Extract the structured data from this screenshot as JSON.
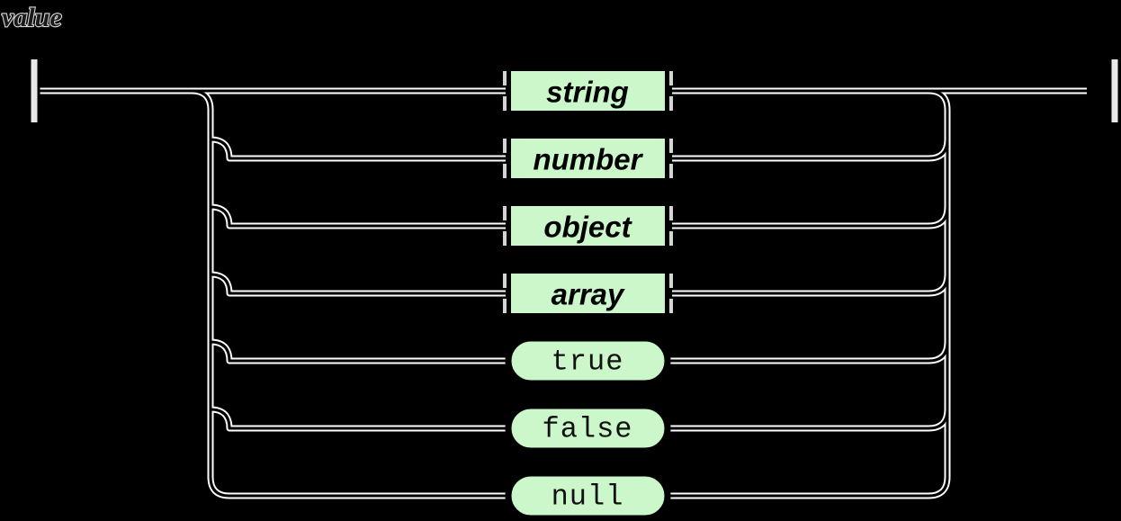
{
  "title": "value",
  "diagram": {
    "kind": "railroad-syntax-diagram",
    "background_color": "#000000",
    "box_fill_color": "#cbf7cb",
    "box_border_color": "#000000",
    "rail_color": "#ffffff",
    "label_color": "#000000",
    "start_terminator": "vertical-bar",
    "end_terminator": "vertical-bar",
    "alternatives_count": 7
  },
  "alternatives": [
    {
      "label": "string",
      "kind": "nonterminal",
      "shape": "rectangle"
    },
    {
      "label": "number",
      "kind": "nonterminal",
      "shape": "rectangle"
    },
    {
      "label": "object",
      "kind": "nonterminal",
      "shape": "rectangle"
    },
    {
      "label": "array",
      "kind": "nonterminal",
      "shape": "rectangle"
    },
    {
      "label": "true",
      "kind": "terminal",
      "shape": "stadium"
    },
    {
      "label": "false",
      "kind": "terminal",
      "shape": "stadium"
    },
    {
      "label": "null",
      "kind": "terminal",
      "shape": "stadium"
    }
  ]
}
